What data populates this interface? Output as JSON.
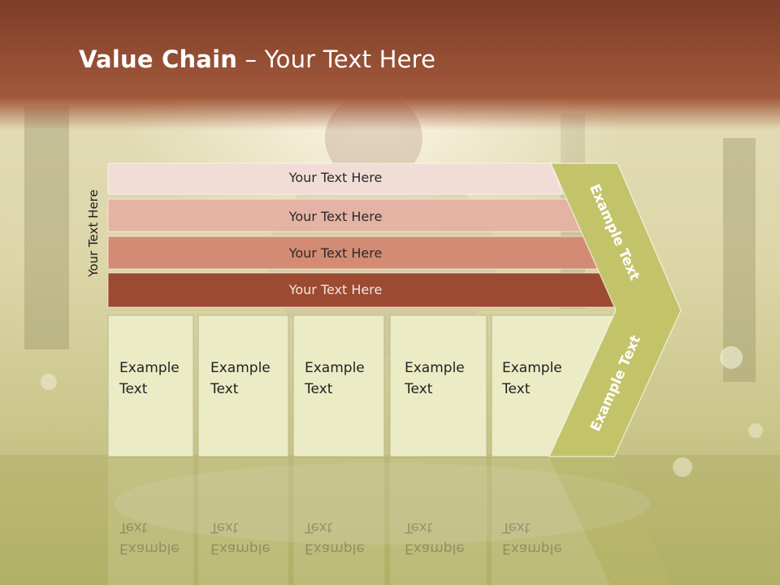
{
  "title": {
    "bold": "Value Chain",
    "rest": " – Your Text Here"
  },
  "side_label": "Your Text Here",
  "bars": [
    {
      "label": "Your Text Here",
      "color": "#f1ddd6"
    },
    {
      "label": "Your Text Here",
      "color": "#e4b3a3"
    },
    {
      "label": "Your Text Here",
      "color": "#d38b73"
    },
    {
      "label": "Your Text Here",
      "color": "#9c4a32"
    }
  ],
  "columns": [
    {
      "label": "Example\nText"
    },
    {
      "label": "Example\nText"
    },
    {
      "label": "Example\nText"
    },
    {
      "label": "Example\nText"
    },
    {
      "label": "Example\nText"
    }
  ],
  "chevron": {
    "upper_label": "Example Text",
    "lower_label": "Example Text",
    "color": "#c3c46a"
  },
  "colors": {
    "header": "#a0563a",
    "column_fill": "#ebebc5",
    "column_border": "#b8b88e"
  }
}
